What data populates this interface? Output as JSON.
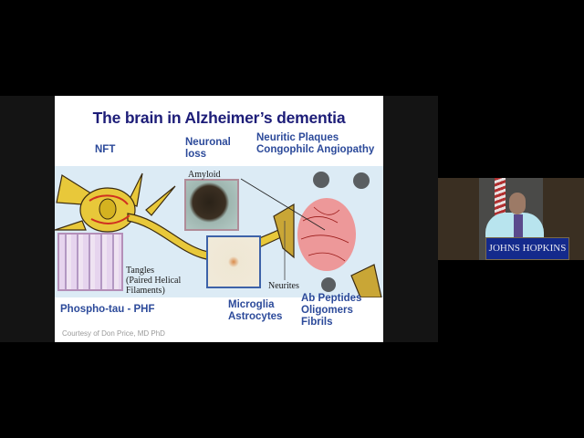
{
  "slide": {
    "title": "The brain in Alzheimer’s dementia",
    "top_labels": {
      "nft": "NFT",
      "neuronal_loss_line1": "Neuronal",
      "neuronal_loss_line2": "loss",
      "plaques_line1": "Neuritic Plaques",
      "plaques_line2": "Congophilc Angiopathy"
    },
    "diagram_labels": {
      "amyloid": "Amyloid",
      "tangles_line1": "Tangles",
      "tangles_line2": "(Paired Helical",
      "tangles_line3": "Filaments)",
      "neurites": "Neurites"
    },
    "bottom_labels": {
      "phospho": "Phospho-tau - PHF",
      "microglia": "Microglia",
      "astrocytes": "Astrocytes",
      "ab_peptides": "Ab Peptides",
      "oligomers": "Oligomers",
      "fibrils": "Fibrils"
    },
    "credit": "Courtesy of Don Price, MD PhD"
  },
  "video": {
    "podium_text": "JOHNS HOPKINS"
  },
  "colors": {
    "title": "#1d1d78",
    "label": "#2c4a9a",
    "band": "#dcebf5",
    "background": "#000000"
  }
}
